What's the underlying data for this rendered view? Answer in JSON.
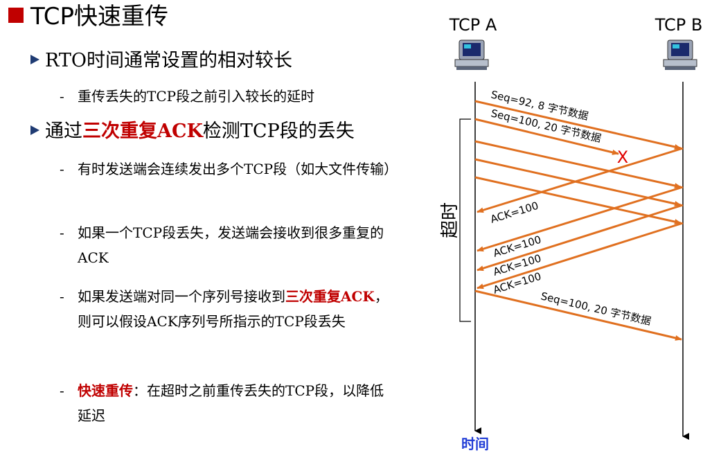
{
  "title": "TCP快速重传",
  "bullets": [
    {
      "text": "RTO时间通常设置的相对较长",
      "subs": [
        "重传丢失的TCP段之前引入较长的延时"
      ]
    },
    {
      "pre": "通过",
      "highlight": "三次重复ACK",
      "post": "检测TCP段的丢失",
      "subs": [
        "有时发送端会连续发出多个TCP段（如大文件传输）",
        "如果一个TCP段丢失，发送端会接收到很多重复的ACK"
      ]
    }
  ],
  "sub3": {
    "pre": "如果发送端对同一个序列号接收到",
    "highlight": "三次重复ACK",
    "post": "，则可以假设ACK序列号所指示的TCP段丢失"
  },
  "sub4": {
    "highlight": "快速重传",
    "post": "：在超时之前重传丢失的TCP段，以降低延迟"
  },
  "diagram": {
    "host_a": "TCP A",
    "host_b": "TCP B",
    "timeout_label": "超时",
    "time_label": "时间",
    "seg1_label": "Seq=92, 8 字节数据",
    "seg2_label": "Seq=100, 20 字节数据",
    "lost_mark": "X",
    "ack_labels": [
      "ACK=100",
      "ACK=100",
      "ACK=100",
      "ACK=100"
    ],
    "retx_label": "Seq=100, 20 字节数据",
    "arrow_color": "#e07020",
    "accent_color": "#c00000",
    "time_color": "#1f3bd6"
  }
}
